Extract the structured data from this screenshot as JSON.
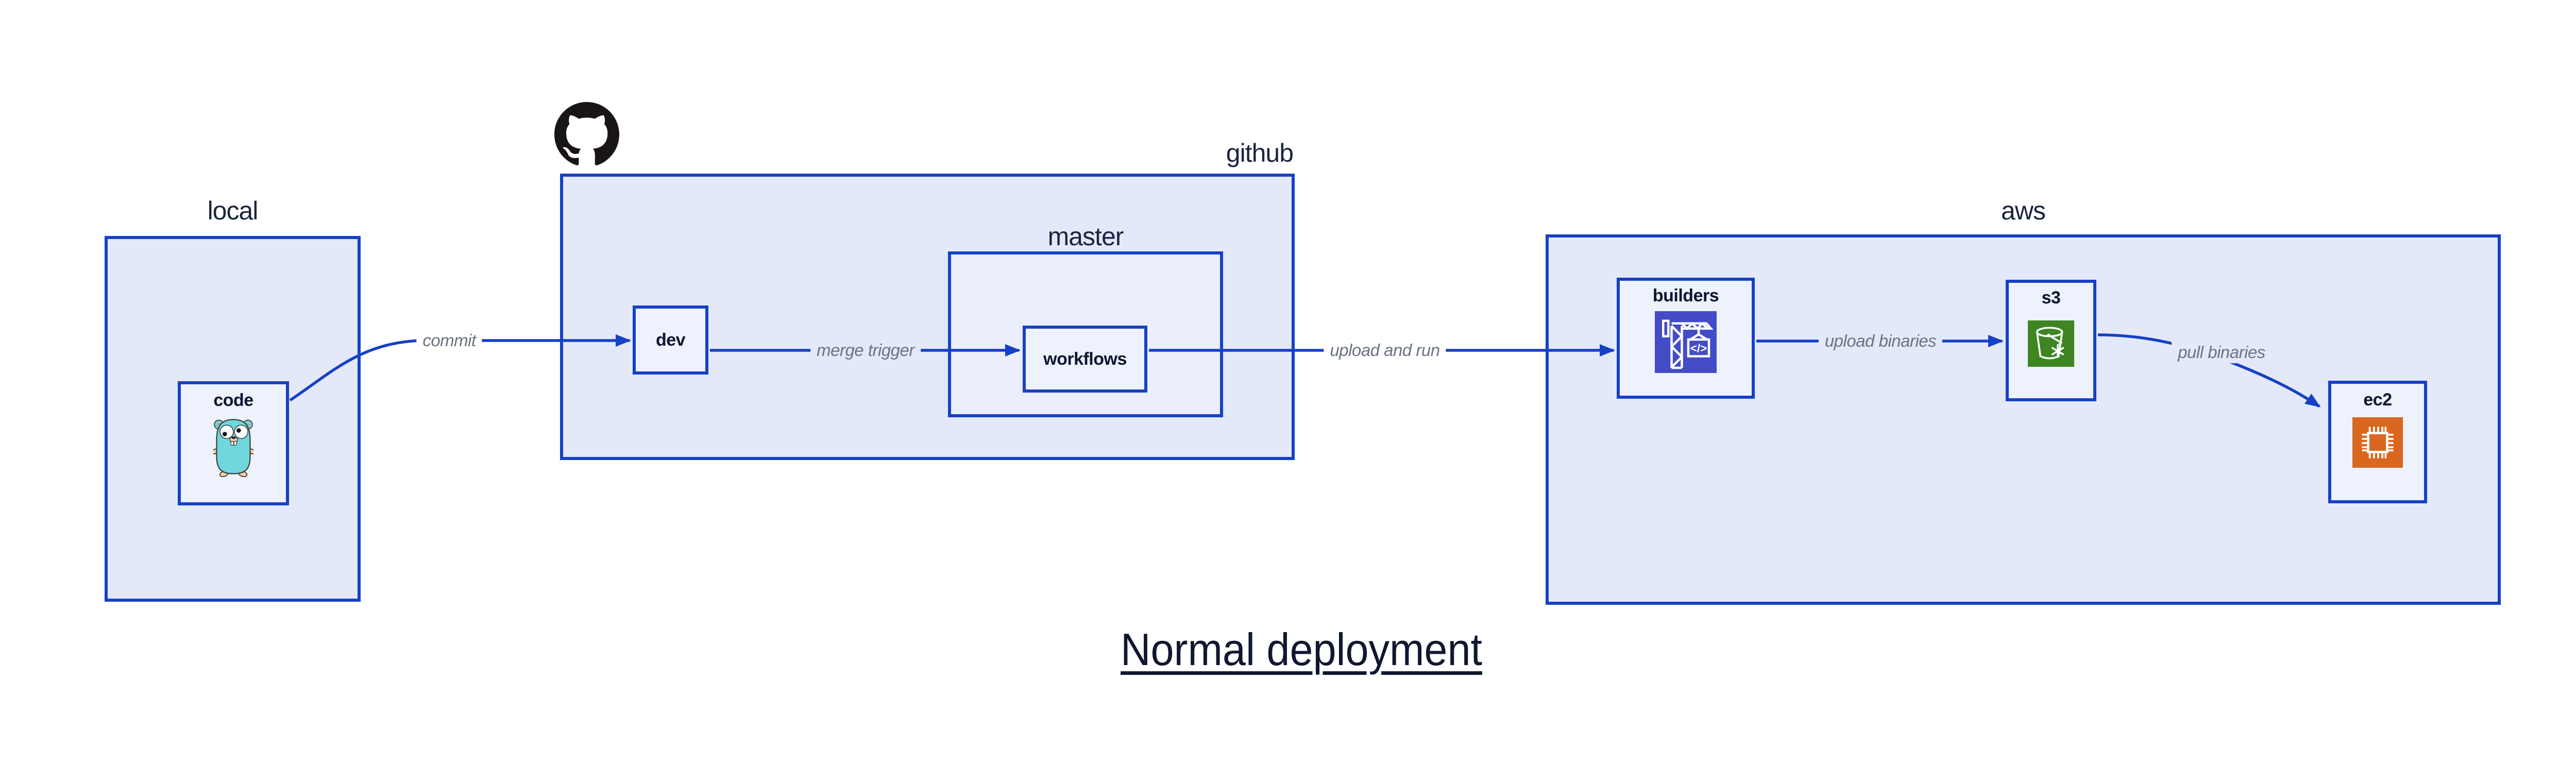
{
  "title": {
    "text": "Normal deployment"
  },
  "groups": {
    "local": {
      "label": "local"
    },
    "github": {
      "label": "github"
    },
    "master": {
      "label": "master"
    },
    "aws": {
      "label": "aws"
    }
  },
  "nodes": {
    "code": {
      "label": "code",
      "icon": "go-gopher-icon"
    },
    "dev": {
      "label": "dev"
    },
    "workflows": {
      "label": "workflows"
    },
    "builders": {
      "label": "builders",
      "icon": "codebuild-crane-icon",
      "icon_glyph": "</>"
    },
    "s3": {
      "label": "s3",
      "icon": "s3-bucket-snowflake-icon"
    },
    "ec2": {
      "label": "ec2",
      "icon": "ec2-chip-icon"
    }
  },
  "edges": {
    "commit": {
      "label": "commit",
      "from": "code",
      "to": "dev"
    },
    "merge_trigger": {
      "label": "merge trigger",
      "from": "dev",
      "to": "workflows"
    },
    "upload_and_run": {
      "label": "upload and run",
      "from": "workflows",
      "to": "builders"
    },
    "upload_binaries": {
      "label": "upload binaries",
      "from": "builders",
      "to": "s3"
    },
    "pull_binaries": {
      "label": "pull binaries",
      "from": "s3",
      "to": "ec2"
    }
  },
  "icons": {
    "github_logo": "github-octocat-logo-icon",
    "gopher": "go-gopher-icon",
    "codebuild": "codebuild-crane-icon",
    "s3": "s3-bucket-snowflake-icon",
    "ec2": "ec2-chip-icon"
  },
  "colors": {
    "border_and_arrows": "#1641c6",
    "group_fill": "#e3e9f9",
    "master_fill": "#eaeffb",
    "node_fill": "#eef2fc",
    "group_label": "#1b2440",
    "node_label": "#0d152f",
    "edge_label": "#6b7280",
    "title_text": "#10182f",
    "github_logo": "#191514",
    "codebuild_bg": "#434bc7",
    "s3_bg": "#3e8624",
    "ec2_bg": "#d9671f",
    "gopher_body": "#6fd7dd",
    "gopher_skin": "#f6cfa2"
  }
}
